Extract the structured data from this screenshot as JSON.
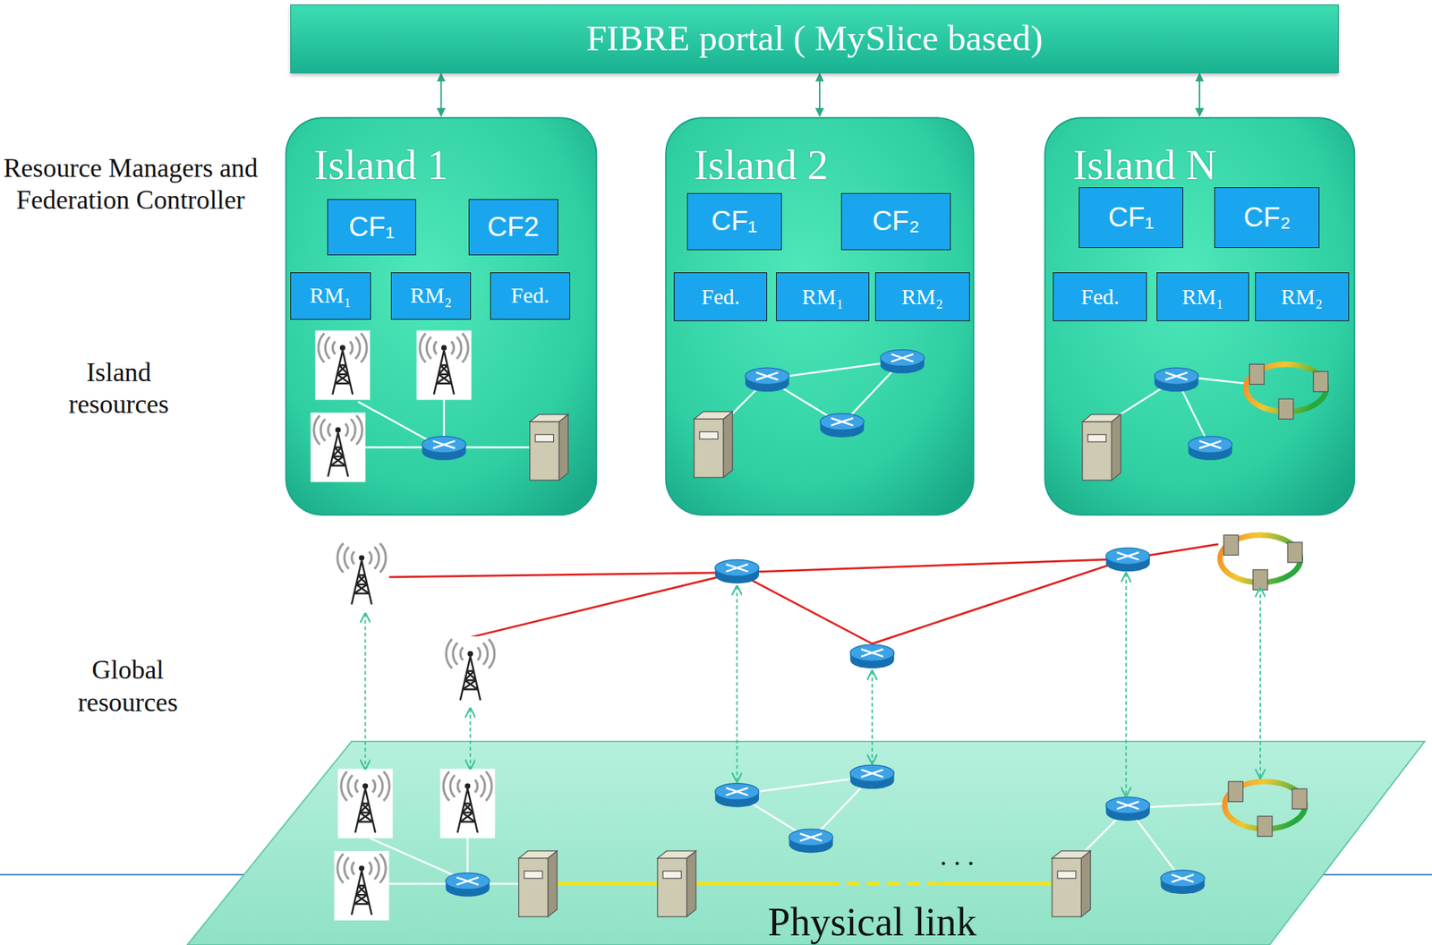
{
  "diagram": {
    "nodes": [
      {
        "text": [
          "FIBRE portal ( MySlice based)"
        ]
      },
      {
        "text": [
          "Island 1"
        ]
      },
      {
        "text": [
          "CF₁"
        ],
        "in": 1
      },
      {
        "text": [
          "CF2"
        ],
        "in": 1
      },
      {
        "text": [
          "RM₁"
        ],
        "in": 1
      },
      {
        "text": [
          "RM₂"
        ],
        "in": 1
      },
      {
        "text": [
          "Fed."
        ],
        "in": 1
      },
      {
        "text": [
          "Island 2"
        ]
      },
      {
        "text": [
          "CF₁"
        ],
        "in": 7
      },
      {
        "text": [
          "CF₂"
        ],
        "in": 7
      },
      {
        "text": [
          "Fed."
        ],
        "in": 7
      },
      {
        "text": [
          "RM₁"
        ],
        "in": 7
      },
      {
        "text": [
          "RM₂"
        ],
        "in": 7
      },
      {
        "text": [
          "Island N"
        ]
      },
      {
        "text": [
          "CF₁"
        ],
        "in": 13
      },
      {
        "text": [
          "CF₂"
        ],
        "in": 13
      },
      {
        "text": [
          "Fed."
        ],
        "in": 13
      },
      {
        "text": [
          "RM₁"
        ],
        "in": 13
      },
      {
        "text": [
          "RM₂"
        ],
        "in": 13
      }
    ],
    "edges": [
      {
        "from": 0,
        "to": 1,
        "arrow": "both"
      },
      {
        "from": 0,
        "to": 7,
        "arrow": "both"
      },
      {
        "from": 0,
        "to": 13,
        "arrow": "both"
      }
    ],
    "labels": [
      "Resource Managers and Federation Controller",
      "Island resources",
      "Global resources",
      "Physical link",
      ". . ."
    ]
  }
}
